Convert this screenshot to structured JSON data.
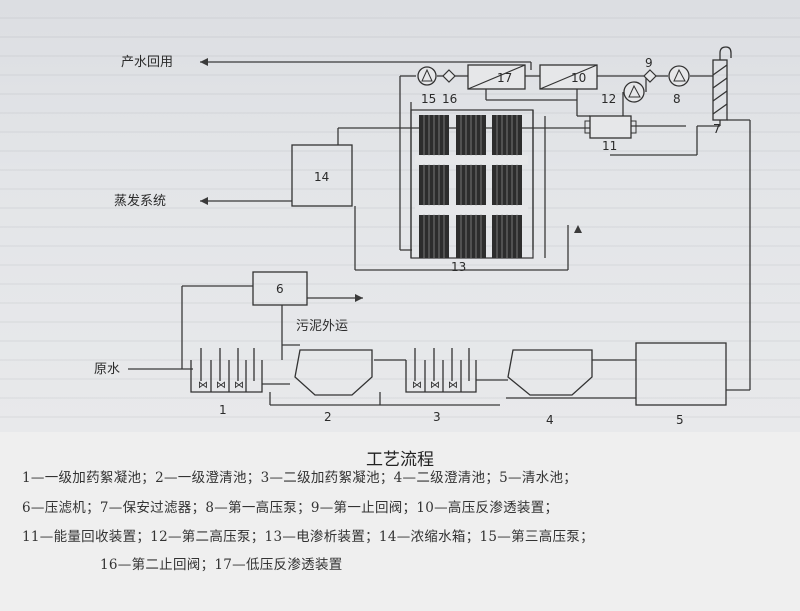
{
  "diagram": {
    "unit_labels": {
      "1": "1",
      "2": "2",
      "3": "3",
      "4": "4",
      "5": "5",
      "6": "6",
      "7": "7",
      "8": "8",
      "9": "9",
      "10": "10",
      "11": "11",
      "12": "12",
      "13": "13",
      "14": "14",
      "15": "15",
      "16": "16",
      "17": "17"
    },
    "flow_labels": {
      "product_water": "产水回用",
      "evaporation": "蒸发系统",
      "sludge": "污泥外运",
      "raw_water": "原水"
    }
  },
  "caption": {
    "title": "工艺流程",
    "lines": [
      "1—一级加药絮凝池；2—一级澄清池；3—二级加药絮凝池；4—二级澄清池；5—清水池；",
      "6—压滤机；7—保安过滤器；8—第一高压泵；9—第一止回阀；10—高压反渗透装置；",
      "11—能量回收装置；12—第二高压泵；13—电渗析装置；14—浓缩水箱；15—第三高压泵；",
      "16—第二止回阀；17—低压反渗透装置"
    ]
  }
}
